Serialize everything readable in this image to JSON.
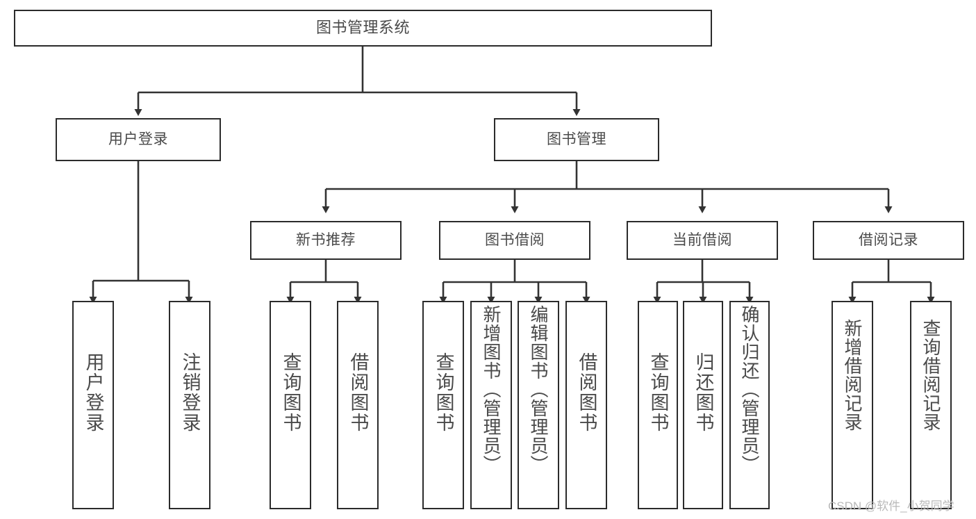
{
  "diagram": {
    "title": "图书管理系统",
    "type": "hierarchy-tree",
    "levels": 4,
    "root": {
      "id": "root",
      "label": "图书管理系统"
    },
    "level2": [
      {
        "id": "user-login",
        "label": "用户登录"
      },
      {
        "id": "book-management",
        "label": "图书管理"
      }
    ],
    "level3": [
      {
        "id": "new-book-recommend",
        "label": "新书推荐",
        "parent": "book-management"
      },
      {
        "id": "book-borrow",
        "label": "图书借阅",
        "parent": "book-management"
      },
      {
        "id": "current-borrow",
        "label": "当前借阅",
        "parent": "book-management"
      },
      {
        "id": "borrow-record",
        "label": "借阅记录",
        "parent": "book-management"
      }
    ],
    "leaves": [
      {
        "id": "leaf-user-login",
        "label": "用户登录",
        "parent": "user-login"
      },
      {
        "id": "leaf-user-logout",
        "label": "注销登录",
        "parent": "user-login"
      },
      {
        "id": "leaf-query-book-1",
        "label": "查询图书",
        "parent": "new-book-recommend"
      },
      {
        "id": "leaf-borrow-book-1",
        "label": "借阅图书",
        "parent": "new-book-recommend"
      },
      {
        "id": "leaf-query-book-2",
        "label": "查询图书",
        "parent": "book-borrow"
      },
      {
        "id": "leaf-add-book",
        "label": "新增图书（管理员）",
        "parent": "book-borrow"
      },
      {
        "id": "leaf-edit-book",
        "label": "编辑图书（管理员）",
        "parent": "book-borrow"
      },
      {
        "id": "leaf-borrow-book-2",
        "label": "借阅图书",
        "parent": "book-borrow"
      },
      {
        "id": "leaf-query-book-3",
        "label": "查询图书",
        "parent": "current-borrow"
      },
      {
        "id": "leaf-return-book",
        "label": "归还图书",
        "parent": "current-borrow"
      },
      {
        "id": "leaf-confirm-return",
        "label": "确认归还（管理员）",
        "parent": "current-borrow"
      },
      {
        "id": "leaf-add-record",
        "label": "新增借阅记录",
        "parent": "borrow-record"
      },
      {
        "id": "leaf-query-record",
        "label": "查询借阅记录",
        "parent": "borrow-record"
      }
    ]
  },
  "watermark": {
    "text": "CSDN @软件_小贺同学"
  },
  "colors": {
    "background": "#ffffff",
    "node_border": "#2b2b2b",
    "node_fill": "#ffffff",
    "edge": "#333333",
    "text": "#4a4a4a",
    "watermark": "#b9b9b9"
  }
}
